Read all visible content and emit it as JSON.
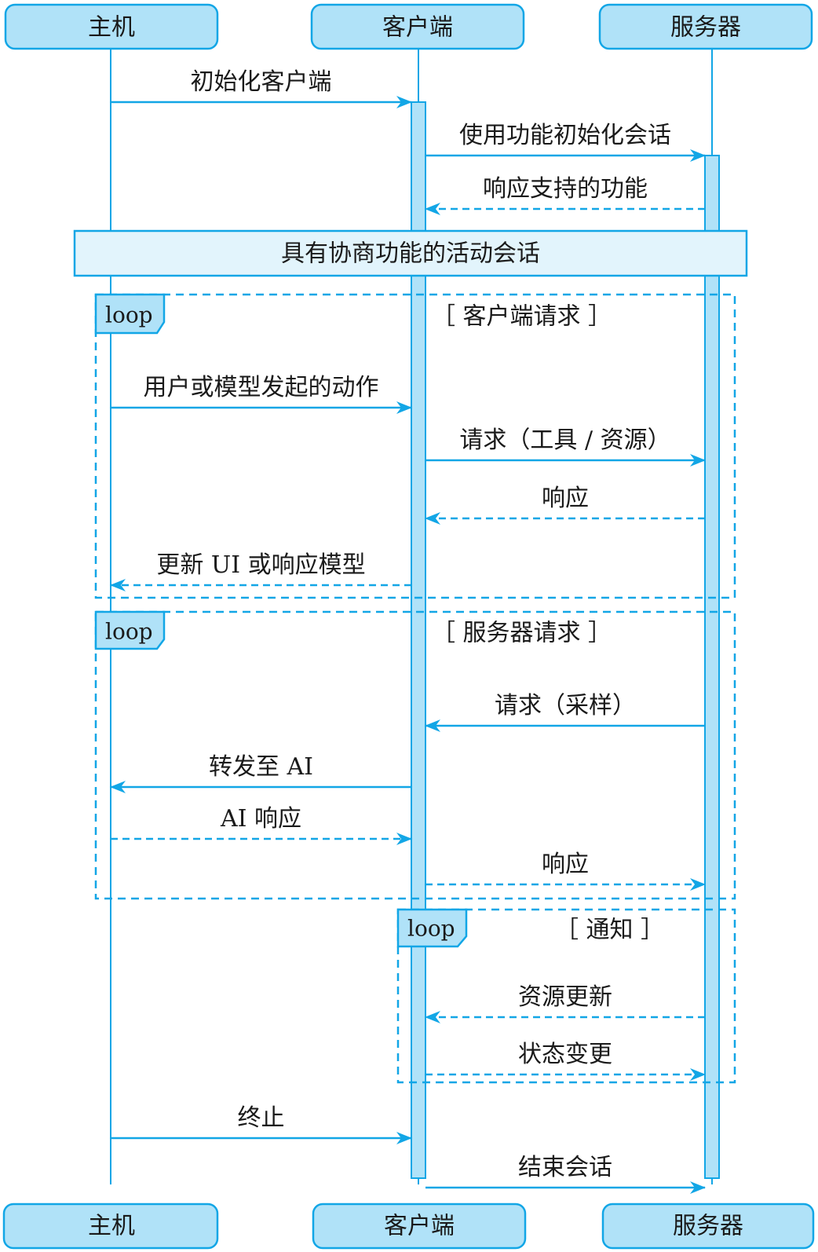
{
  "colors": {
    "line": "#12a6e6",
    "actor_fill": "#b0e2f8",
    "activation_fill": "#b0e2f8",
    "note_fill": "#e2f4fc",
    "loop_label_fill": "#b0e2f8",
    "text": "#1a1a1a"
  },
  "participants": [
    {
      "id": "host",
      "label": "主机"
    },
    {
      "id": "client",
      "label": "客户端"
    },
    {
      "id": "server",
      "label": "服务器"
    }
  ],
  "note": {
    "label": "具有协商功能的活动会话",
    "over": [
      "host",
      "server"
    ]
  },
  "messages": [
    {
      "id": "m1",
      "from": "host",
      "to": "client",
      "label": "初始化客户端",
      "style": "solid"
    },
    {
      "id": "m2",
      "from": "client",
      "to": "server",
      "label": "使用功能初始化会话",
      "style": "solid"
    },
    {
      "id": "m3",
      "from": "server",
      "to": "client",
      "label": "响应支持的功能",
      "style": "dashed"
    },
    {
      "id": "m4",
      "from": "host",
      "to": "client",
      "label": "用户或模型发起的动作",
      "style": "solid"
    },
    {
      "id": "m5",
      "from": "client",
      "to": "server",
      "label": "请求（工具 / 资源）",
      "style": "solid"
    },
    {
      "id": "m6",
      "from": "server",
      "to": "client",
      "label": "响应",
      "style": "dashed"
    },
    {
      "id": "m7",
      "from": "client",
      "to": "host",
      "label": "更新 UI 或响应模型",
      "style": "dashed"
    },
    {
      "id": "m8",
      "from": "server",
      "to": "client",
      "label": "请求（采样）",
      "style": "solid"
    },
    {
      "id": "m9",
      "from": "client",
      "to": "host",
      "label": "转发至 AI",
      "style": "solid"
    },
    {
      "id": "m10",
      "from": "host",
      "to": "client",
      "label": "AI 响应",
      "style": "dashed"
    },
    {
      "id": "m11",
      "from": "client",
      "to": "server",
      "label": "响应",
      "style": "dashed"
    },
    {
      "id": "m12",
      "from": "server",
      "to": "client",
      "label": "资源更新",
      "style": "dashed"
    },
    {
      "id": "m13",
      "from": "client",
      "to": "server",
      "label": "状态变更",
      "style": "dashed"
    },
    {
      "id": "m14",
      "from": "host",
      "to": "client",
      "label": "终止",
      "style": "solid"
    },
    {
      "id": "m15",
      "from": "client",
      "to": "server",
      "label": "结束会话",
      "style": "solid"
    }
  ],
  "loops": [
    {
      "id": "loop-client-requests",
      "keyword": "loop",
      "guard": "［ 客户端请求 ］",
      "messages": [
        "m4",
        "m5",
        "m6",
        "m7"
      ]
    },
    {
      "id": "loop-server-requests",
      "keyword": "loop",
      "guard": "［ 服务器请求 ］",
      "messages": [
        "m8",
        "m9",
        "m10",
        "m11"
      ]
    },
    {
      "id": "loop-notifications",
      "keyword": "loop",
      "guard": "［ 通知 ］",
      "messages": [
        "m12",
        "m13"
      ]
    }
  ]
}
